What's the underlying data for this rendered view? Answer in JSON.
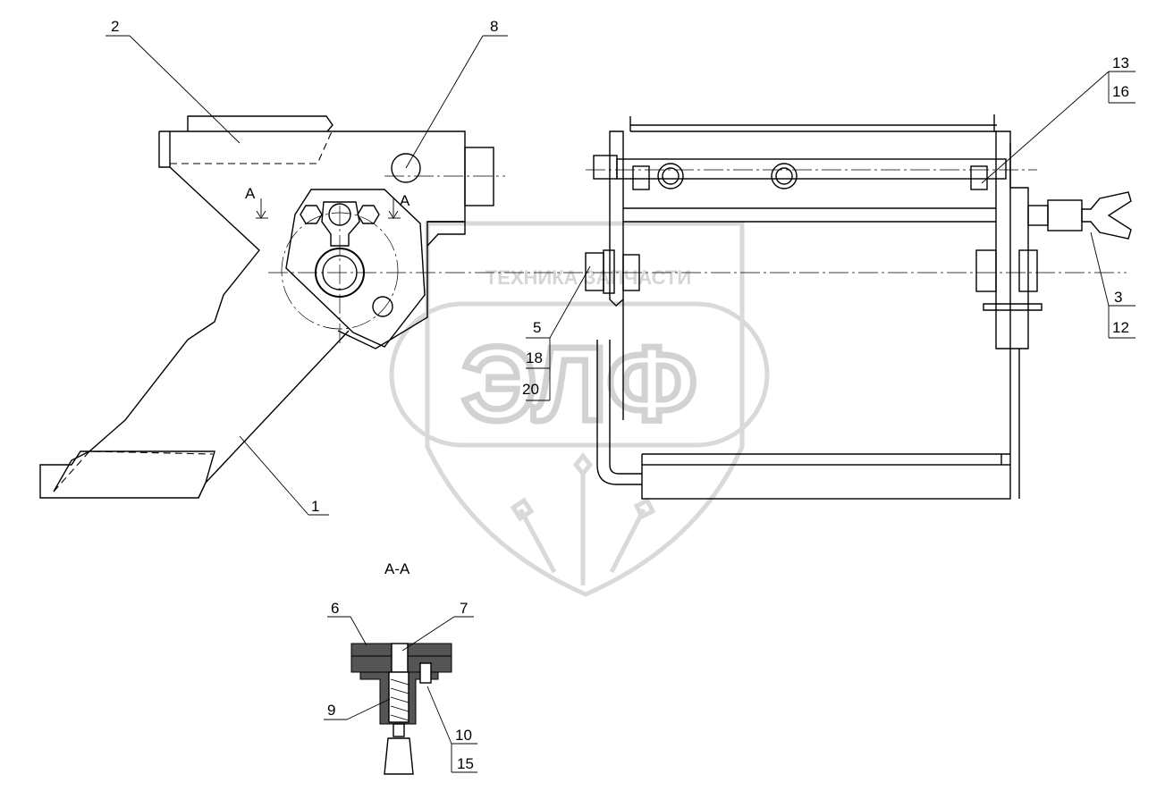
{
  "section_title": "А-А",
  "section_marks": [
    "А",
    "А"
  ],
  "watermark": {
    "text": "ТЕХНИКА ЗАПЧАСТИ",
    "logo": "ЭЛФ"
  },
  "callouts": {
    "c1": "1",
    "c2": "2",
    "c3": "3",
    "c5": "5",
    "c6": "6",
    "c7": "7",
    "c8": "8",
    "c9": "9",
    "c10": "10",
    "c12": "12",
    "c13": "13",
    "c15": "15",
    "c16": "16",
    "c18": "18",
    "c20": "20"
  }
}
